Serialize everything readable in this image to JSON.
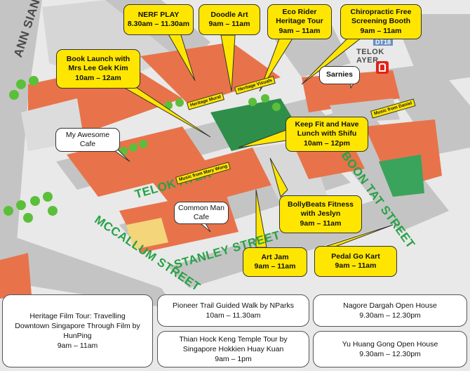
{
  "events_on_map": [
    {
      "name": "NERF PLAY",
      "time": "8.30am – 11.30am"
    },
    {
      "name": "Doodle Art",
      "time": "9am – 11am"
    },
    {
      "name": "Eco Rider Heritage Tour",
      "time": "9am – 11am"
    },
    {
      "name": "Chiropractic Free Screening Booth",
      "time": "9am – 11am"
    },
    {
      "name": "Book Launch with Mrs Lee Gek Kim",
      "time": "10am – 12am"
    },
    {
      "name": "Keep Fit and Have Lunch with Shifu",
      "time": "10am – 12pm"
    },
    {
      "name": "BollyBeats Fitness with Jeslyn",
      "time": "9am – 11am"
    },
    {
      "name": "Art Jam",
      "time": "9am – 11am"
    },
    {
      "name": "Pedal Go Kart",
      "time": "9am – 11am"
    }
  ],
  "places": {
    "sarnies": "Sarnies",
    "my_awesome_cafe": "My Awesome Cafe",
    "common_man_cafe": "Common Man Cafe"
  },
  "streets": {
    "ann_siang": "ANN SIANG",
    "telok_ayer": "TELOK AYER",
    "mccallum": "MCCALLUM STREET",
    "stanley": "STANLEY STREET",
    "boon_tat": "BOON TAT STREET"
  },
  "tags": {
    "heritage_mural": "Heritage Mural",
    "heritage_visuals": "Heritage Visuals",
    "music_daniel": "Music from Daniel",
    "music_mary": "Music from Mary Wong"
  },
  "station": {
    "code": "DT18",
    "name": "TELOK AYER"
  },
  "offmap_events": [
    {
      "name": "Heritage Film Tour: Travelling Downtown Singapore Through Film by HunPing",
      "time": "9am – 11am"
    },
    {
      "name": "Pioneer Trail Guided Walk by NParks",
      "time": "10am – 11.30am"
    },
    {
      "name": "Thian Hock Keng Temple Tour by Singapore Hokkien Huay Kuan",
      "time": "9am – 1pm"
    },
    {
      "name": "Nagore Dargah Open House",
      "time": "9.30am – 12.30pm"
    },
    {
      "name": "Yu Huang Gong Open House",
      "time": "9.30am – 12.30pm"
    }
  ],
  "colors": {
    "callout": "#ffe600",
    "street_label": "#27a246",
    "road": "#c9c9c9",
    "roof": "#e8734a",
    "tree": "#5cbf3a"
  }
}
